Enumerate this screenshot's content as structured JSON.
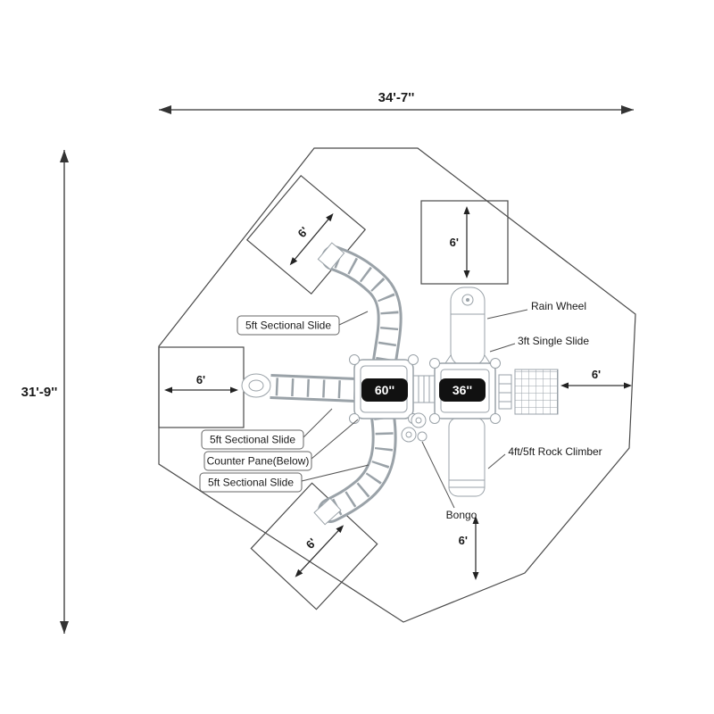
{
  "diagram": {
    "overall": {
      "width": "34'-7''",
      "height": "31'-9''"
    },
    "zones": {
      "upper_left": "6'",
      "top": "6'",
      "left": "6'",
      "right": "6'",
      "bottom": "6'",
      "lower_left": "6'"
    },
    "decks": {
      "large": "60''",
      "small": "36''"
    },
    "labels": {
      "sectional_slide_top": "5ft Sectional Slide",
      "rain_wheel": "Rain Wheel",
      "single_slide": "3ft Single Slide",
      "sectional_slide_left": "5ft Sectional Slide",
      "counter_pane": "Counter Pane(Below)",
      "sectional_slide_bottom": "5ft Sectional Slide",
      "rock_climber": "4ft/5ft Rock Climber",
      "bongo": "Bongo"
    },
    "colors": {
      "outline": "#4a4a4a",
      "equipment": "#9aa2a8",
      "deck_label_bg": "#111111",
      "deck_label_text": "#ffffff"
    }
  }
}
